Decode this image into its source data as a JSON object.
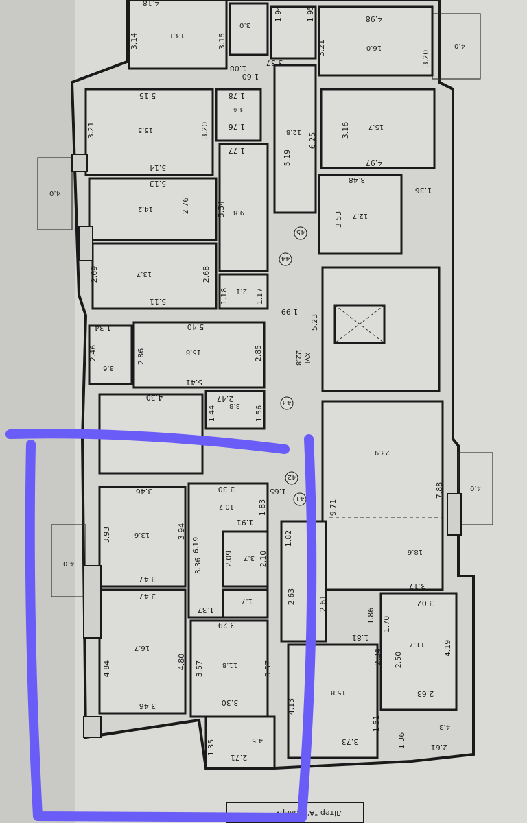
{
  "footer_caption": "Літер \"А\" поверх",
  "highlight_color": "#6a5cf6",
  "rooms": {
    "r_top_left": "13.1",
    "r_top_small": "3.0",
    "r_top_right": "16.0",
    "r_15_5": "15.5",
    "r_3_4": "3.4",
    "r_12_8": "12.8",
    "r_15_7": "15.7",
    "r_14_2": "14.2",
    "r_9_8": "9.8",
    "r_12_7": "12.7",
    "r_13_7": "13.7",
    "r_2_1": "2.1",
    "r_15_8_mid": "15.8",
    "r_3_6": "3.6",
    "r_3_8": "3.8",
    "r_22_8": "22.8",
    "r_23_9": "23.9",
    "r_18_6": "18.6",
    "r_11_7": "11.7",
    "r_15_8_right": "15.8",
    "r_4_3": "4.3",
    "r_13_6": "13.6",
    "r_16_7": "16.7",
    "r_10_7": "10.7",
    "r_3_7": "3.7",
    "r_1_7": "1.7",
    "r_11_8": "11.8",
    "r_4_5": "4.5",
    "balcony": "4.0",
    "stair_num": "XVI"
  },
  "dims": [
    "3.14",
    "3.15",
    "4.18",
    "1.08",
    "1.60",
    "3.37",
    "1.94",
    "1.95",
    "3.21",
    "4.98",
    "3.20",
    "5.15",
    "3.21",
    "3.20",
    "1.78",
    "1.76",
    "1.77",
    "5.19",
    "6.25",
    "3.16",
    "4.97",
    "5.14",
    "5.13",
    "2.76",
    "5.54",
    "3.48",
    "1.36",
    "3.53",
    "2.69",
    "2.68",
    "1.18",
    "1.17",
    "5.11",
    "1.99",
    "5.23",
    "1.34",
    "2.46",
    "2.86",
    "5.40",
    "2.85",
    "5.41",
    "4.30",
    "2.47",
    "1.44",
    "1.56",
    "7.88",
    "9.71",
    "3.46",
    "3.30",
    "1.83",
    "1.65",
    "3.93",
    "3.94",
    "6.19",
    "1.91",
    "2.09",
    "2.10",
    "3.36",
    "3.47",
    "3.47",
    "1.37",
    "3.29",
    "4.84",
    "4.80",
    "3.57",
    "3.57",
    "3.46",
    "3.30",
    "1.35",
    "2.71",
    "1.82",
    "2.63",
    "2.61",
    "4.13",
    "3.17",
    "3.02",
    "1.86",
    "1.70",
    "2.34",
    "2.50",
    "4.19",
    "2.63",
    "3.73",
    "1.51",
    "1.36",
    "2.61",
    "1.81"
  ],
  "markers": [
    "45",
    "44",
    "43",
    "42",
    "41"
  ]
}
